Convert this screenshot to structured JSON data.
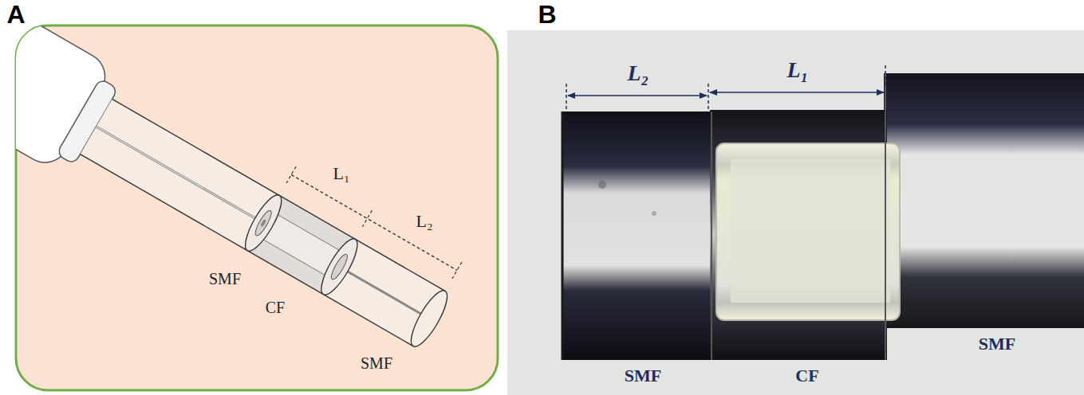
{
  "diagram": {
    "labels": [
      "A",
      "L₁",
      "L₂",
      "SMF",
      "CF",
      "SMF",
      "B",
      "L₂",
      "L₁",
      "SMF",
      "CF",
      "SMF"
    ]
  }
}
